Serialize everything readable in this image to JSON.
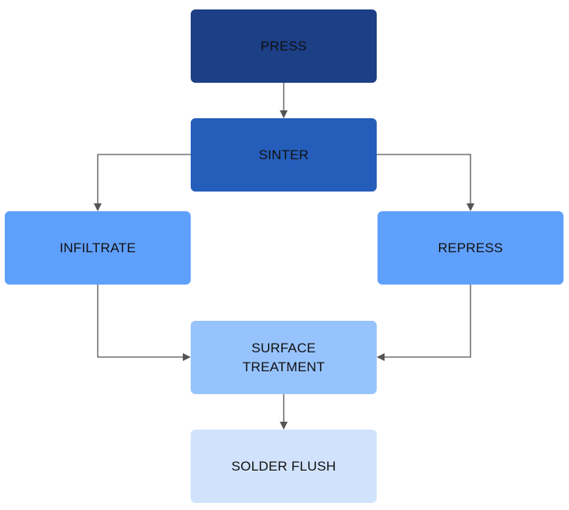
{
  "nodes": {
    "press": {
      "label": "PRESS",
      "color": "#1C3F86"
    },
    "sinter": {
      "label": "SINTER",
      "color": "#255EBA"
    },
    "infiltrate": {
      "label": "INFILTRATE",
      "color": "#60A0FD"
    },
    "repress": {
      "label": "REPRESS",
      "color": "#60A0FD"
    },
    "surface_treatment": {
      "label": "SURFACE\nTREATMENT",
      "color": "#97C3FD"
    },
    "solder_flush": {
      "label": "SOLDER FLUSH",
      "color": "#D1E3FC"
    }
  },
  "connector_color": "#555555",
  "edges": [
    {
      "from": "press",
      "to": "sinter"
    },
    {
      "from": "sinter",
      "to": "infiltrate"
    },
    {
      "from": "sinter",
      "to": "repress"
    },
    {
      "from": "infiltrate",
      "to": "surface_treatment"
    },
    {
      "from": "repress",
      "to": "surface_treatment"
    },
    {
      "from": "surface_treatment",
      "to": "solder_flush"
    }
  ]
}
